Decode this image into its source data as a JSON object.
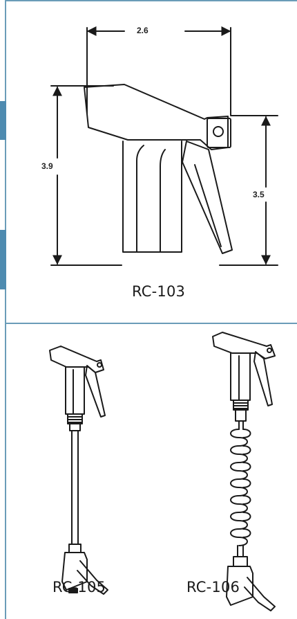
{
  "frame": {
    "accent": "#6a9cb8",
    "tab_color": "#4e8bb0"
  },
  "main_drawing": {
    "model": "RC-103",
    "dimensions": {
      "width": "2.6",
      "height_left": "3.9",
      "height_right": "3.5"
    }
  },
  "variants": [
    {
      "model": "RC-105",
      "hose": "straight"
    },
    {
      "model": "RC-106",
      "hose": "coiled"
    }
  ]
}
